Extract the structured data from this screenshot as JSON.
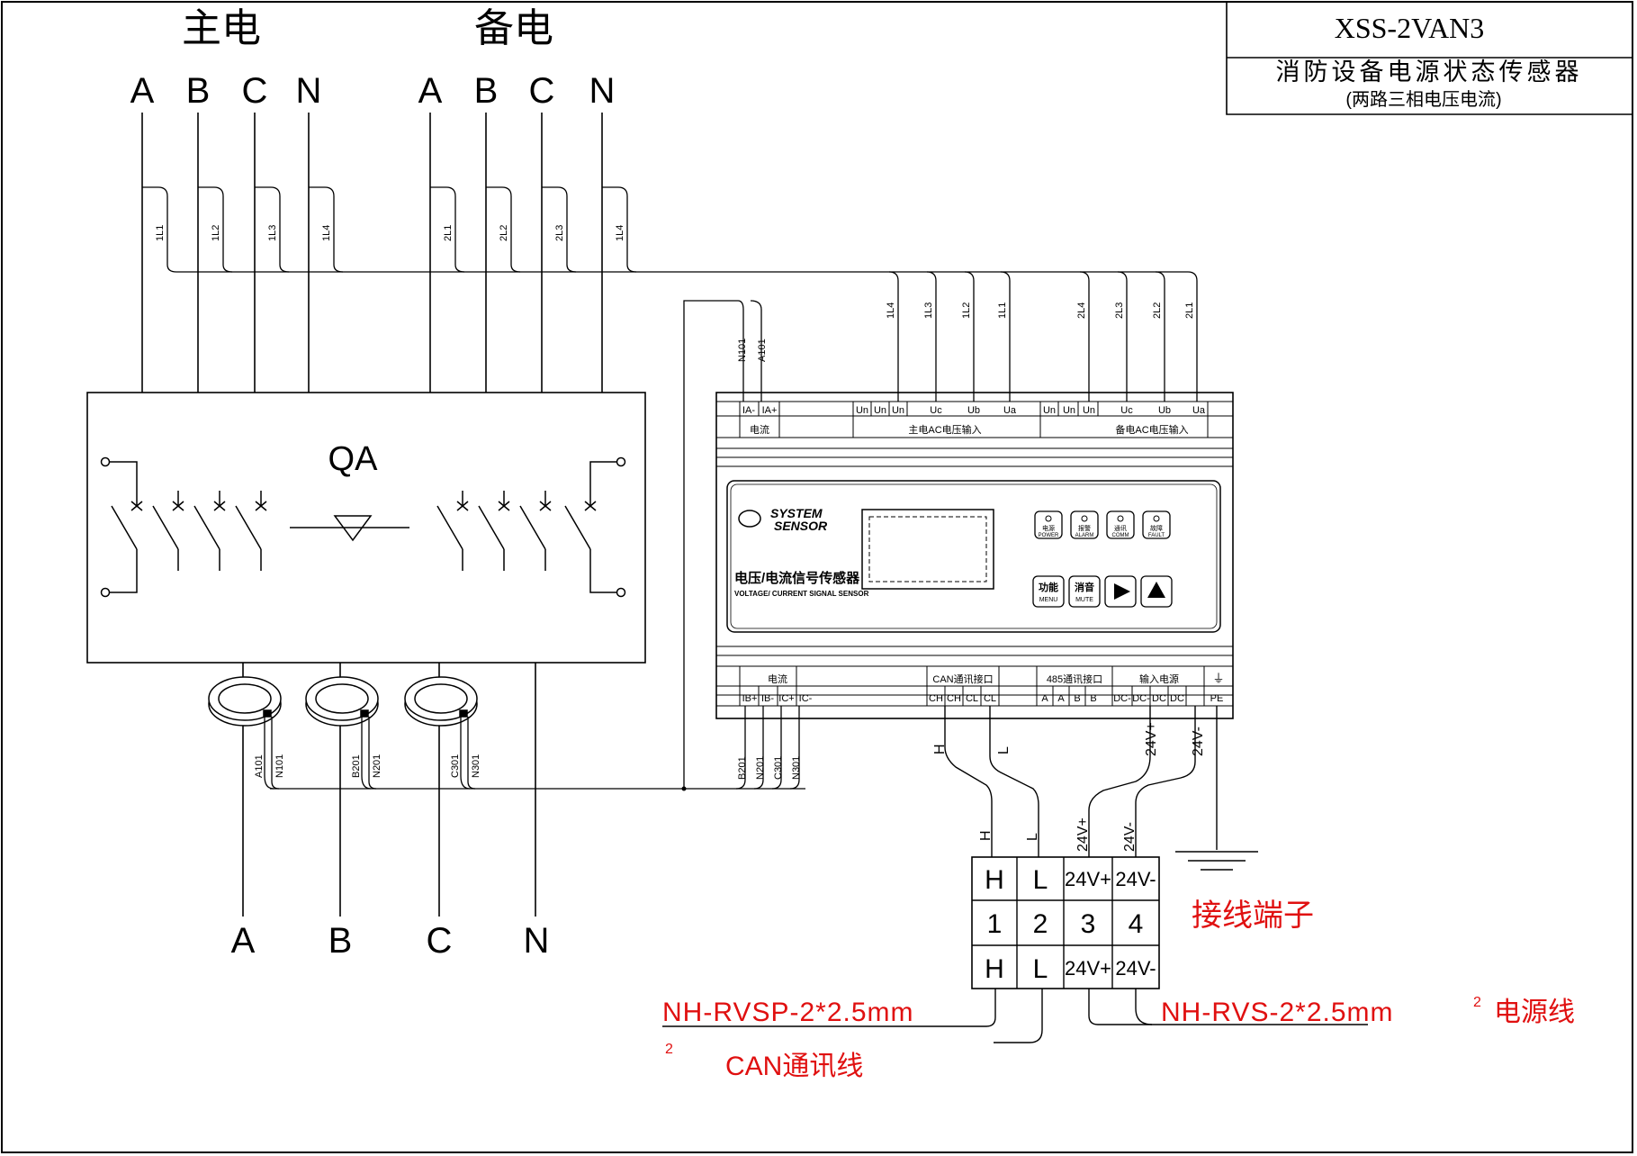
{
  "title_block": {
    "model": "XSS-2VAN3",
    "name": "消防设备电源状态传感器",
    "subtitle": "(两路三相电压电流)"
  },
  "sources": {
    "main_label": "主电",
    "backup_label": "备电",
    "phases": [
      "A",
      "B",
      "C",
      "N"
    ]
  },
  "jumper_labels_main": [
    "1L1",
    "1L2",
    "1L3",
    "1L4"
  ],
  "jumper_labels_backup": [
    "2L1",
    "2L2",
    "2L3",
    "1L4"
  ],
  "device_input_wires": [
    "1L4",
    "1L3",
    "1L2",
    "1L1",
    "2L4",
    "2L3",
    "2L2",
    "2L1"
  ],
  "switch": {
    "label": "QA"
  },
  "output_phases": [
    "A",
    "B",
    "C",
    "N"
  ],
  "ct_labels": [
    [
      "A101",
      "N101"
    ],
    [
      "B201",
      "N201"
    ],
    [
      "C301",
      "N301"
    ]
  ],
  "sensor_top_wires": [
    "N101",
    "A101"
  ],
  "sensor_bottom_wires": [
    "B201",
    "N201",
    "C301",
    "N301"
  ],
  "sensor": {
    "top_terminals": [
      "IA-",
      "IA+",
      "",
      "",
      "",
      "",
      "",
      "Un",
      "Un",
      "Un",
      "Uc",
      "",
      "Ub",
      "",
      "Ua",
      "Un",
      "Un",
      "Un",
      "Uc",
      "",
      "Ub",
      "",
      "Ua"
    ],
    "top_group_current": "电流",
    "top_group_main": "主电AC电压输入",
    "top_group_backup": "备电AC电压输入",
    "brand_line1": "SYSTEM",
    "brand_line2": "SENSOR",
    "product_cn": "电压/电流信号传感器",
    "product_en": "VOLTAGE/ CURRENT SIGNAL SENSOR",
    "status_buttons": [
      {
        "cn": "电源",
        "en": "POWER"
      },
      {
        "cn": "报警",
        "en": "ALARM"
      },
      {
        "cn": "通讯",
        "en": "COMM"
      },
      {
        "cn": "故障",
        "en": "FAULT"
      }
    ],
    "control_buttons": [
      {
        "cn": "功能",
        "en": "MENU"
      },
      {
        "cn": "消音",
        "en": "MUTE"
      }
    ],
    "bottom_groups": {
      "current": "电流",
      "can": "CAN通讯接口",
      "rs485": "485通讯接口",
      "power": "输入电源"
    },
    "bottom_terminals": [
      "IB+",
      "IB-",
      "IC+",
      "IC-",
      "CH",
      "CH",
      "CL",
      "CL",
      "A",
      "A",
      "B",
      "B",
      "DC-",
      "DC-",
      "DC",
      "DC",
      "PE"
    ]
  },
  "can_wire_labels": [
    "H",
    "L"
  ],
  "power_wire_labels": [
    "24V+",
    "24V-"
  ],
  "terminal_block": {
    "title": "接线端子",
    "row1": [
      "H",
      "L",
      "24V+",
      "24V-"
    ],
    "row2": [
      "1",
      "2",
      "3",
      "4"
    ],
    "row3": [
      "H",
      "L",
      "24V+",
      "24V-"
    ]
  },
  "cables": {
    "can_cable": "NH-RVSP-2*2.5mm",
    "can_cable_sup": "2",
    "can_name": "CAN通讯线",
    "power_cable": "NH-RVS-2*2.5mm",
    "power_cable_sup": "2",
    "power_name": "电源线"
  },
  "colors": {
    "annotation": "#e01010",
    "line": "#000000"
  }
}
